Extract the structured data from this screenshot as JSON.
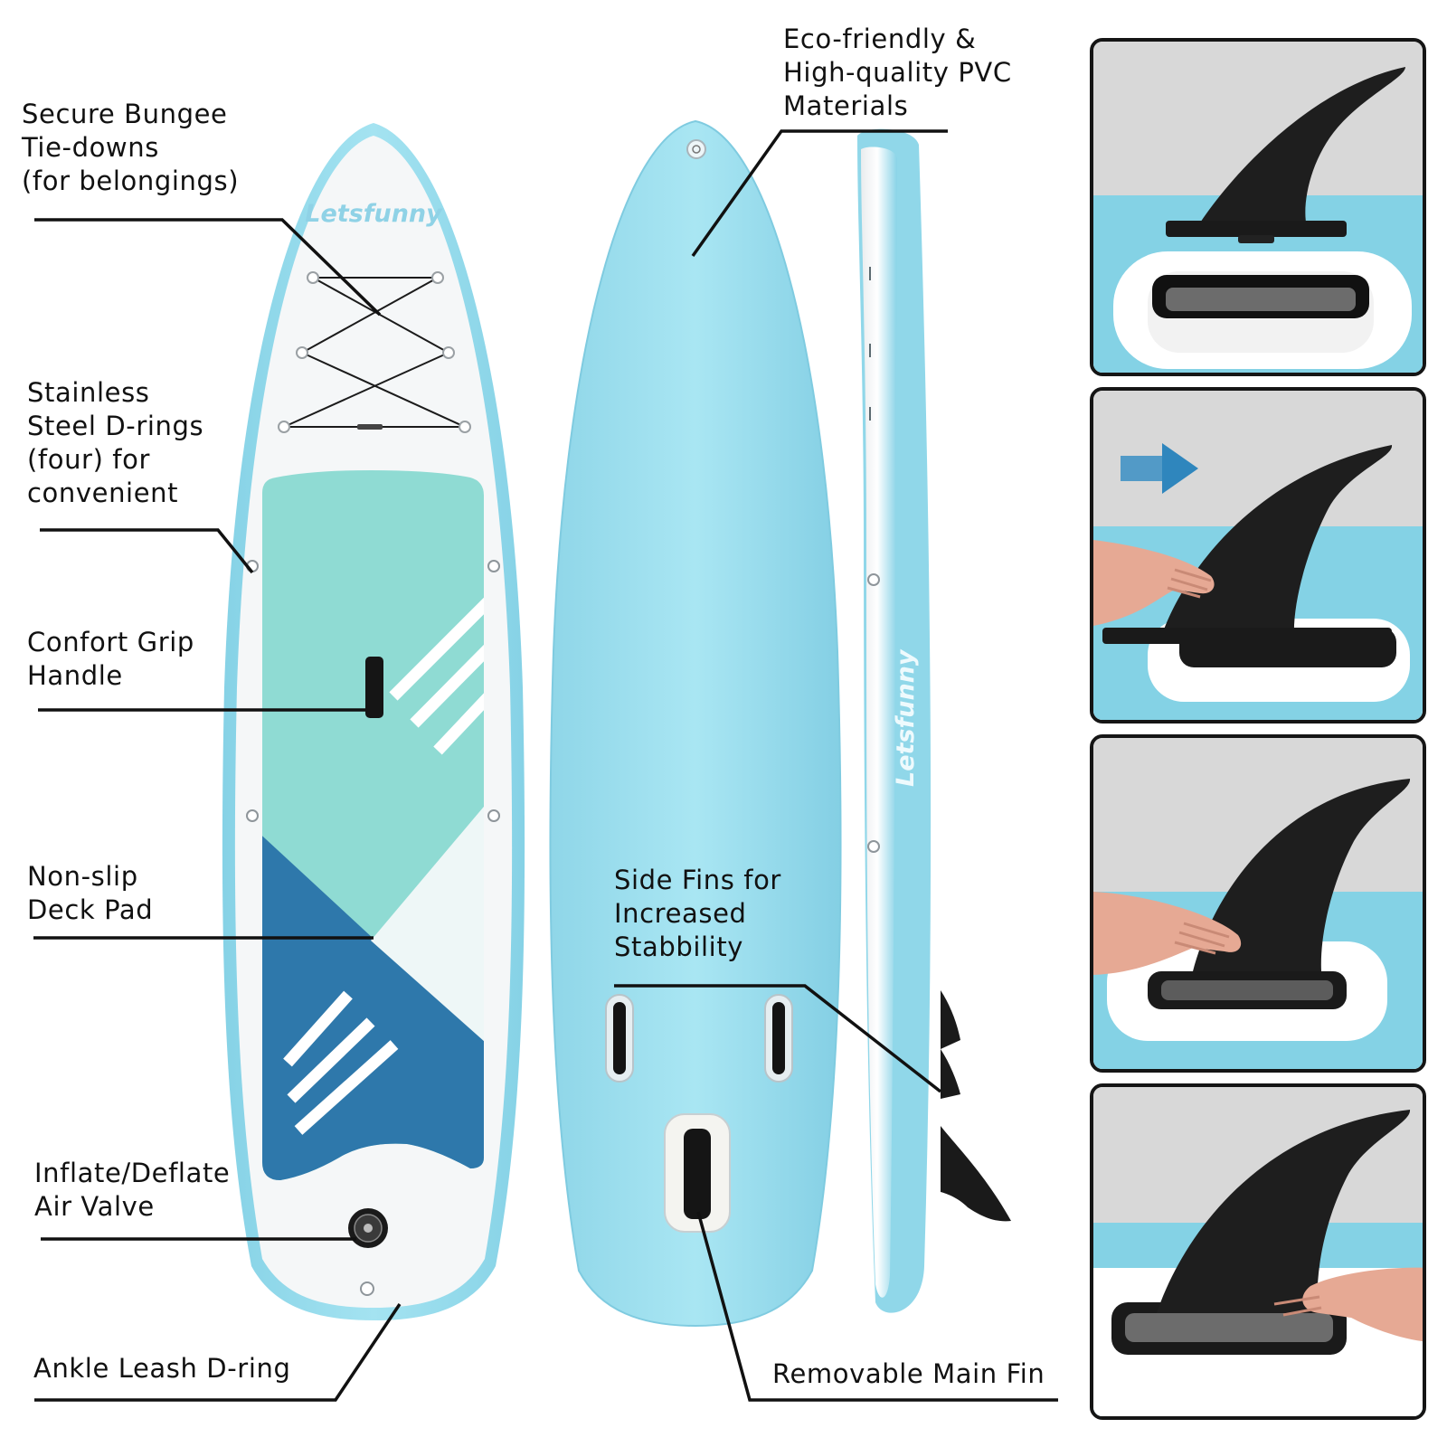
{
  "brand": "Letsfunny",
  "colors": {
    "board_top": "#8fd8ea",
    "board_white": "#f4f6f7",
    "deck_mint": "#93dcd5",
    "deck_blue": "#2d79ad",
    "fin": "#1a1a1a",
    "water": "#7fd2e6"
  },
  "callouts": {
    "bungee": "Secure Bungee\nTie-downs\n(for belongings)",
    "drings": "Stainless\nSteel D-rings\n(four) for\nconvenient",
    "handle": "Confort Grip\nHandle",
    "deck": "Non-slip\nDeck Pad",
    "valve": "Inflate/Deflate\nAir Valve",
    "leash": "Ankle Leash D-ring",
    "pvc": "Eco-friendly &\nHigh-quality PVC\nMaterials",
    "side_fins": "Side Fins for\nIncreased\nStabbility",
    "main_fin": "Removable Main Fin"
  },
  "panels": [
    {
      "name": "fin-and-slot",
      "icons": [
        "fin-icon",
        "fin-box-icon"
      ]
    },
    {
      "name": "slide-fin-in",
      "icons": [
        "arrow-right-icon",
        "hand-icon",
        "fin-icon"
      ]
    },
    {
      "name": "press-fin-down",
      "icons": [
        "hand-icon",
        "fin-icon"
      ]
    },
    {
      "name": "lock-fin-pin",
      "icons": [
        "hand-icon",
        "fin-icon"
      ]
    }
  ]
}
